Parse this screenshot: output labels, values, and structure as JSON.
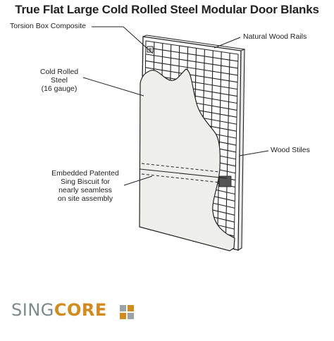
{
  "title": "True Flat Large Cold Rolled Steel Modular Door Blanks",
  "labels": {
    "torsion_box": "Torsion Box Composite",
    "natural_wood_rails": "Natural Wood Rails",
    "cold_rolled_steel_1": "Cold Rolled Steel",
    "cold_rolled_steel_2": "(16 gauge)",
    "wood_stiles": "Wood Stiles",
    "embedded_1": "Embedded Patented",
    "embedded_2": "Sing Biscuit for",
    "embedded_3": "nearly seamless",
    "embedded_4": "on site assembly"
  },
  "logo": {
    "part1": "SING",
    "part2": "CORE",
    "mark_color": "#9aa3a5"
  }
}
